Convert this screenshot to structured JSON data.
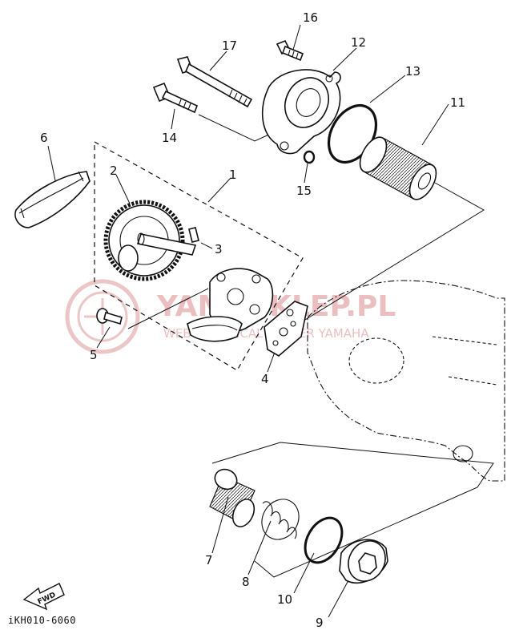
{
  "callouts": [
    "1",
    "2",
    "3",
    "4",
    "5",
    "6",
    "7",
    "8",
    "9",
    "10",
    "11",
    "12",
    "13",
    "14",
    "15",
    "16",
    "17"
  ],
  "drawing_code": "iKH010-6060",
  "fwd_label": "FWD",
  "watermark": {
    "brand": "YAMASKLEP.PL",
    "tagline": "WEB TECHNICAL DEALER YAMAHA"
  },
  "colors": {
    "line": "#111111",
    "watermark": "#e9b9b9",
    "background": "#ffffff"
  }
}
